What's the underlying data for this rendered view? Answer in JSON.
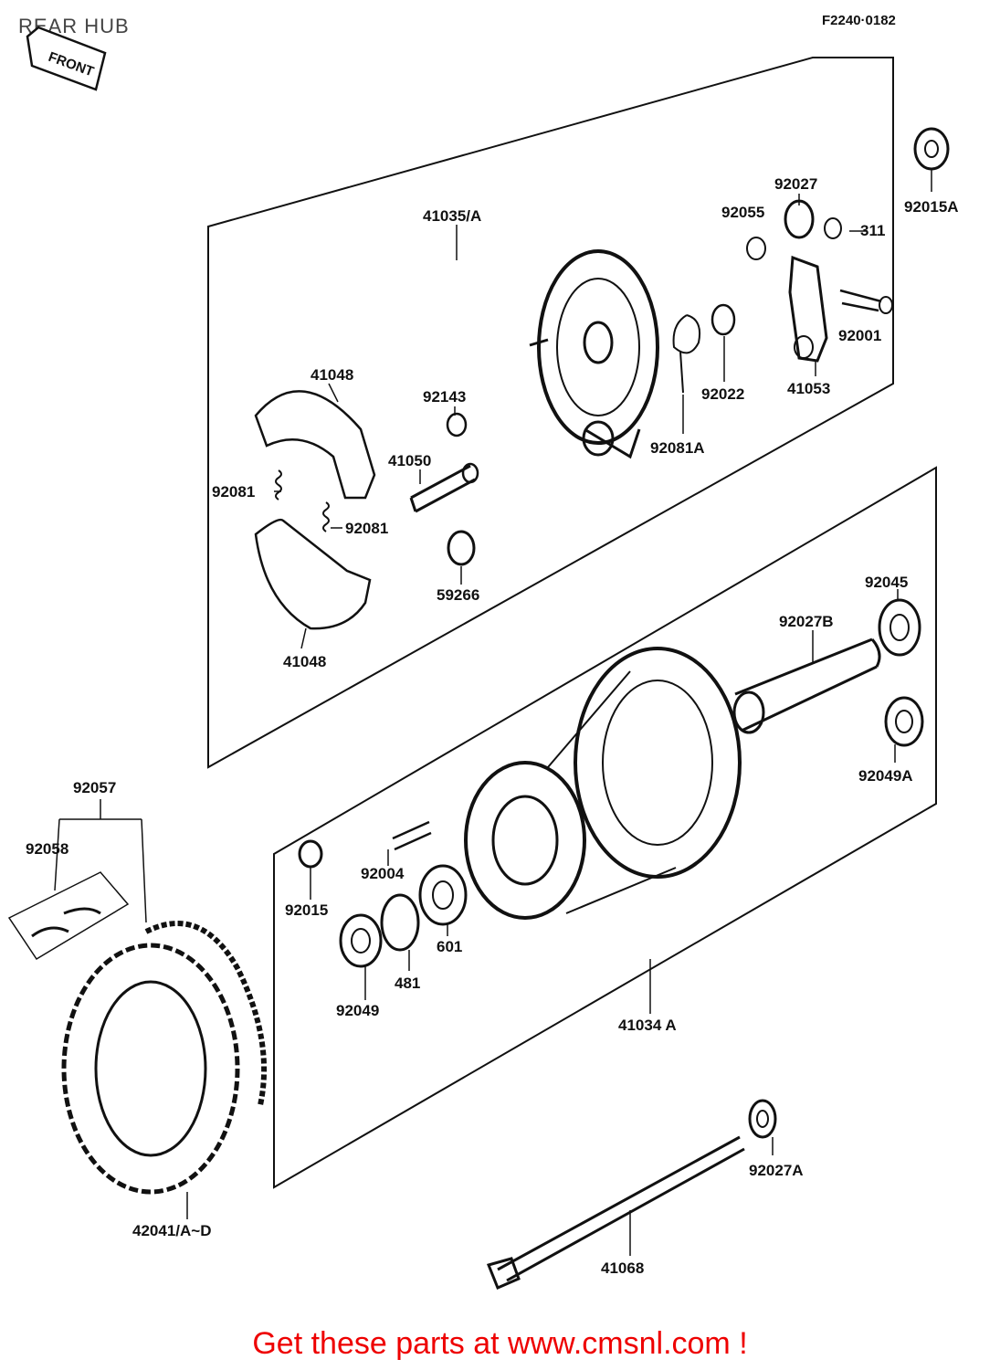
{
  "header": {
    "title": "REAR HUB",
    "diagram_code": "F2240·0182"
  },
  "front_tag": "FRONT",
  "parts": [
    {
      "id": "p1",
      "label": "41035/A"
    },
    {
      "id": "p2",
      "label": "92027"
    },
    {
      "id": "p3",
      "label": "92055"
    },
    {
      "id": "p4",
      "label": "311"
    },
    {
      "id": "p5",
      "label": "92015A"
    },
    {
      "id": "p6",
      "label": "92001"
    },
    {
      "id": "p7",
      "label": "41048"
    },
    {
      "id": "p8",
      "label": "92143"
    },
    {
      "id": "p9",
      "label": "92022"
    },
    {
      "id": "p10",
      "label": "41053"
    },
    {
      "id": "p11",
      "label": "92081A"
    },
    {
      "id": "p12",
      "label": "41050"
    },
    {
      "id": "p13",
      "label": "92081"
    },
    {
      "id": "p14",
      "label": "92081"
    },
    {
      "id": "p15",
      "label": "59266"
    },
    {
      "id": "p16",
      "label": "41048"
    },
    {
      "id": "p17",
      "label": "92045"
    },
    {
      "id": "p18",
      "label": "92027B"
    },
    {
      "id": "p19",
      "label": "92049A"
    },
    {
      "id": "p20",
      "label": "92057"
    },
    {
      "id": "p21",
      "label": "92058"
    },
    {
      "id": "p22",
      "label": "92004"
    },
    {
      "id": "p23",
      "label": "92015"
    },
    {
      "id": "p24",
      "label": "601"
    },
    {
      "id": "p25",
      "label": "481"
    },
    {
      "id": "p26",
      "label": "92049"
    },
    {
      "id": "p27",
      "label": "41034 A"
    },
    {
      "id": "p28",
      "label": "92027A"
    },
    {
      "id": "p29",
      "label": "42041/A~D"
    },
    {
      "id": "p30",
      "label": "41068"
    }
  ],
  "footer": {
    "text": "Get these parts at www.cmsnl.com !"
  },
  "colors": {
    "ink": "#111111",
    "footer": "#ee0000",
    "title": "#444444"
  }
}
